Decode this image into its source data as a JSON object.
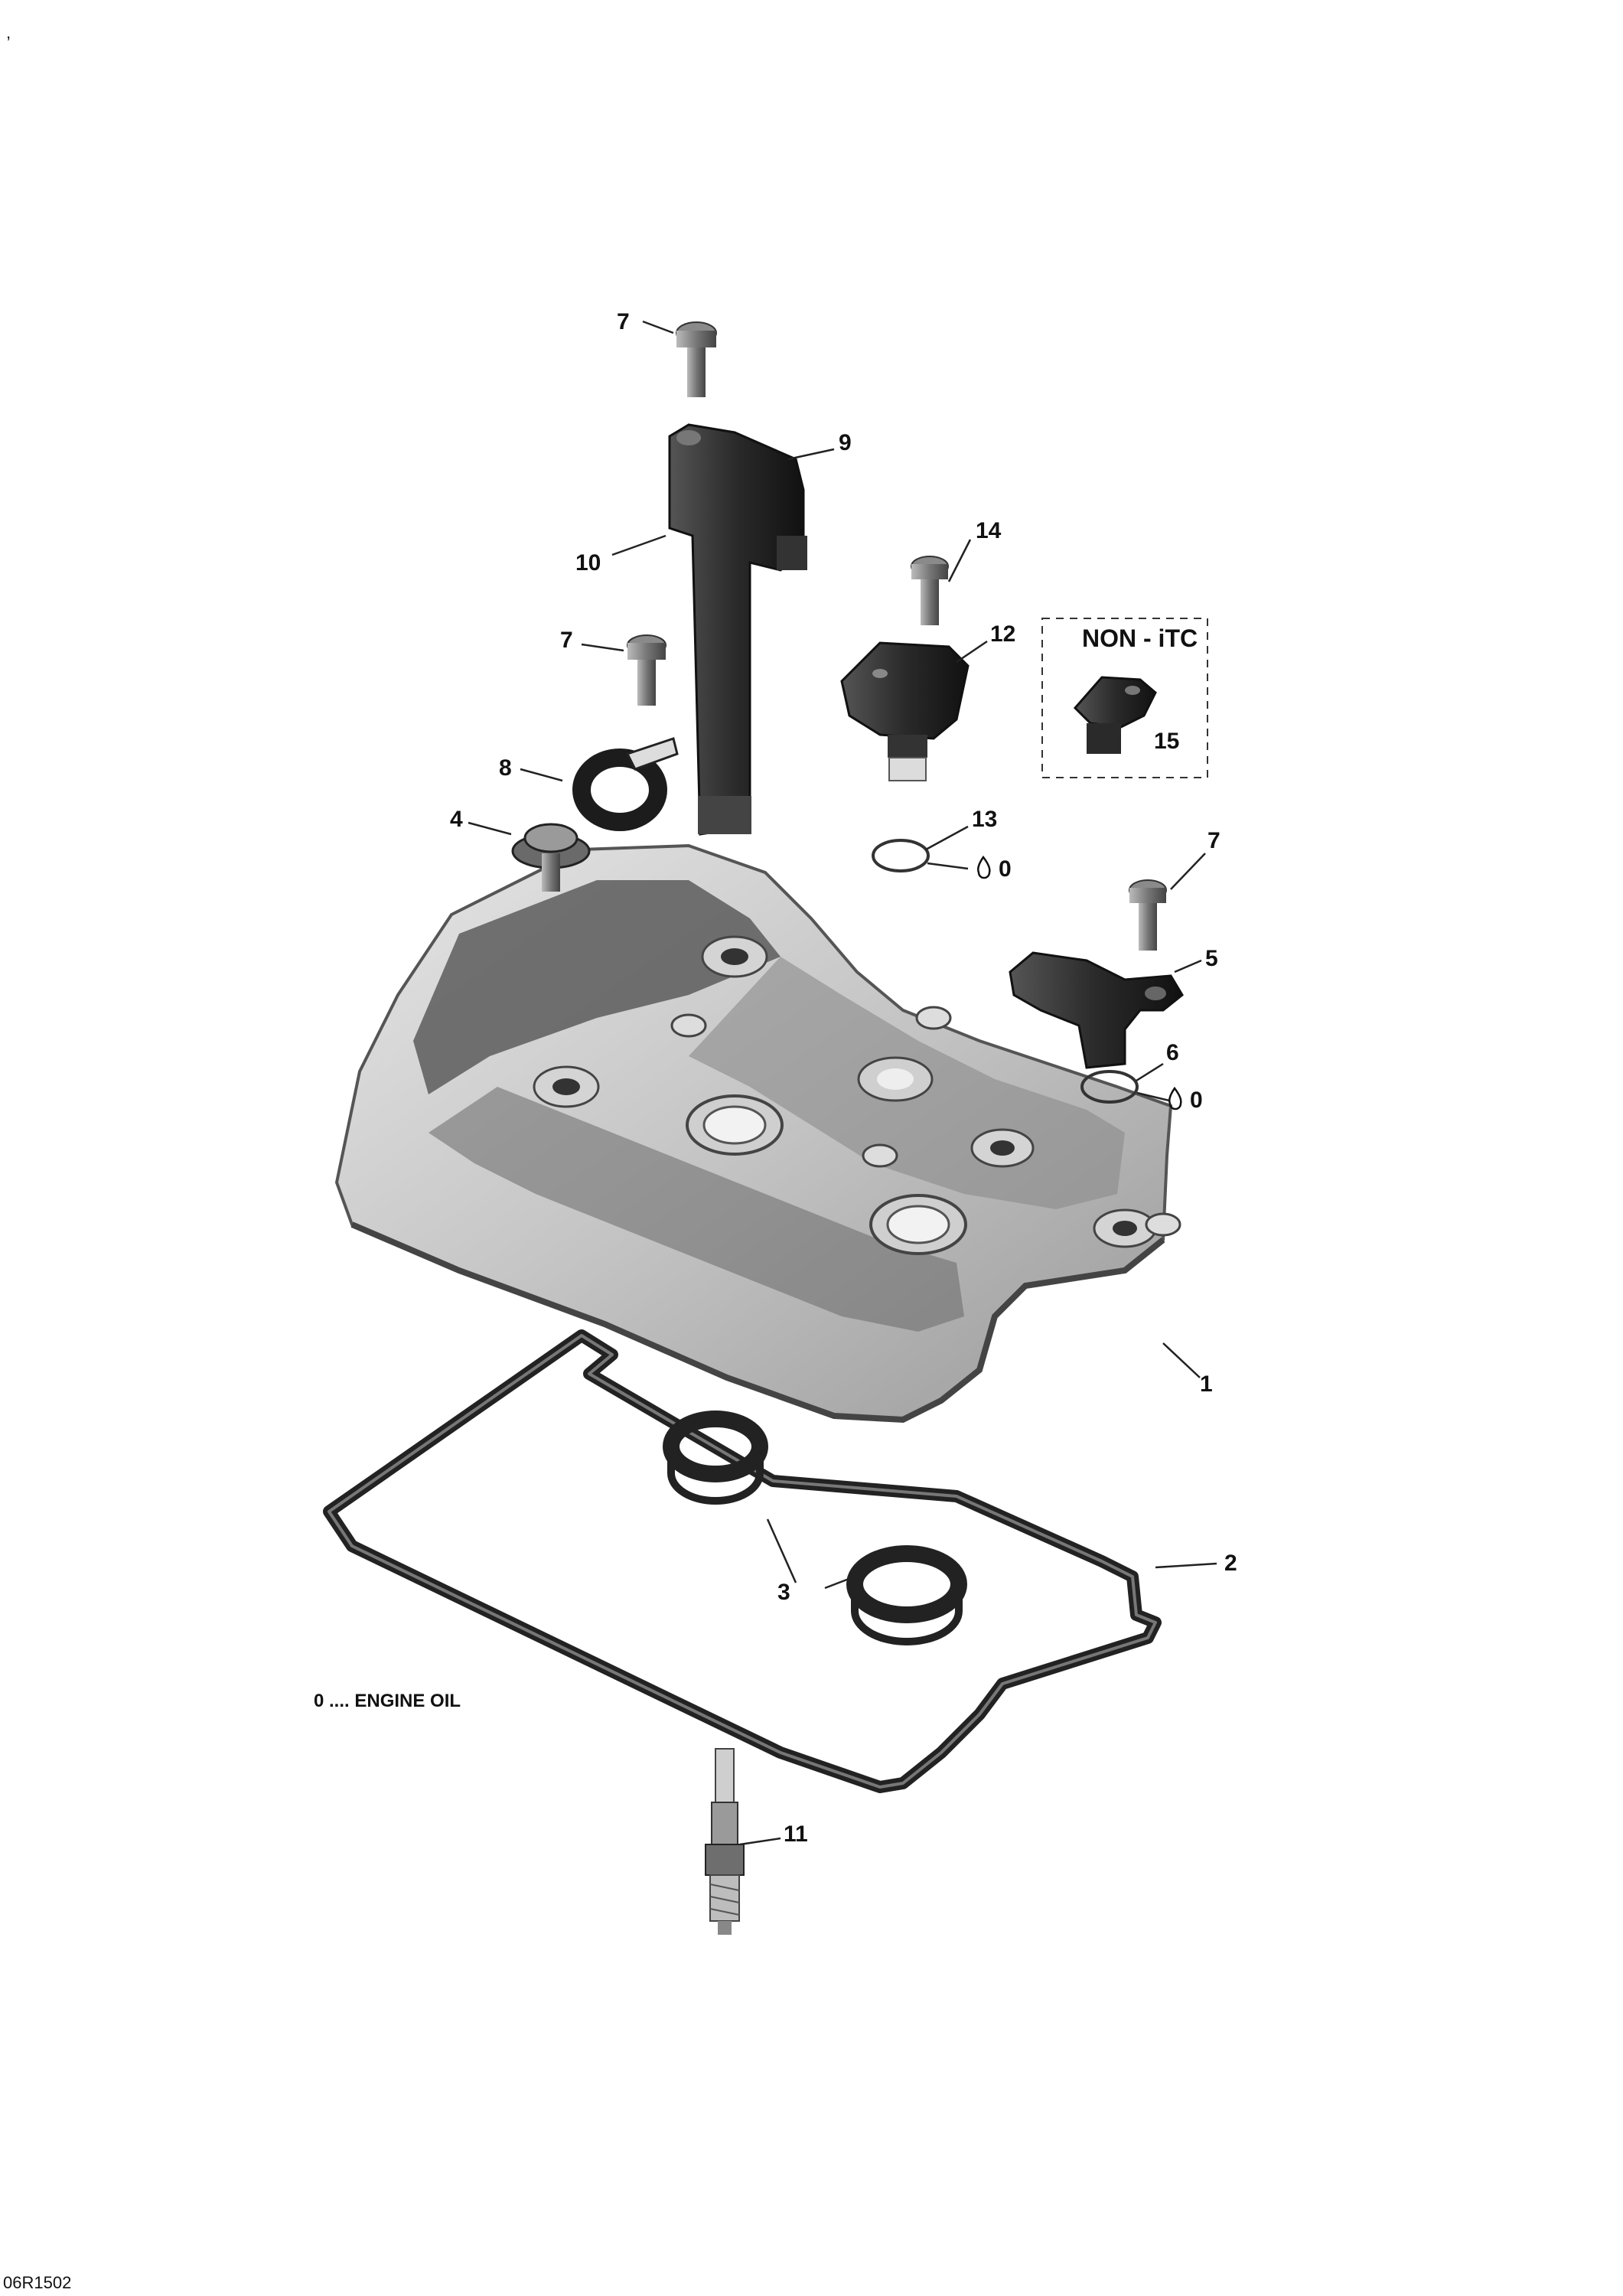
{
  "corner_mark": ",",
  "figure_id": "06R1502",
  "legend_note": "0 .... ENGINE OIL",
  "inset": {
    "title": "NON - iTC",
    "part_number": "15"
  },
  "oil_markers": {
    "ring13": "0",
    "ring6": "0"
  },
  "callouts": [
    {
      "id": "c1",
      "number": "1"
    },
    {
      "id": "c2",
      "number": "2"
    },
    {
      "id": "c3",
      "number": "3"
    },
    {
      "id": "c4",
      "number": "4"
    },
    {
      "id": "c5",
      "number": "5"
    },
    {
      "id": "c6",
      "number": "6"
    },
    {
      "id": "c7a",
      "number": "7"
    },
    {
      "id": "c7b",
      "number": "7"
    },
    {
      "id": "c7c",
      "number": "7"
    },
    {
      "id": "c8",
      "number": "8"
    },
    {
      "id": "c9",
      "number": "9"
    },
    {
      "id": "c10",
      "number": "10"
    },
    {
      "id": "c11",
      "number": "11"
    },
    {
      "id": "c12",
      "number": "12"
    },
    {
      "id": "c13",
      "number": "13"
    },
    {
      "id": "c14",
      "number": "14"
    }
  ]
}
